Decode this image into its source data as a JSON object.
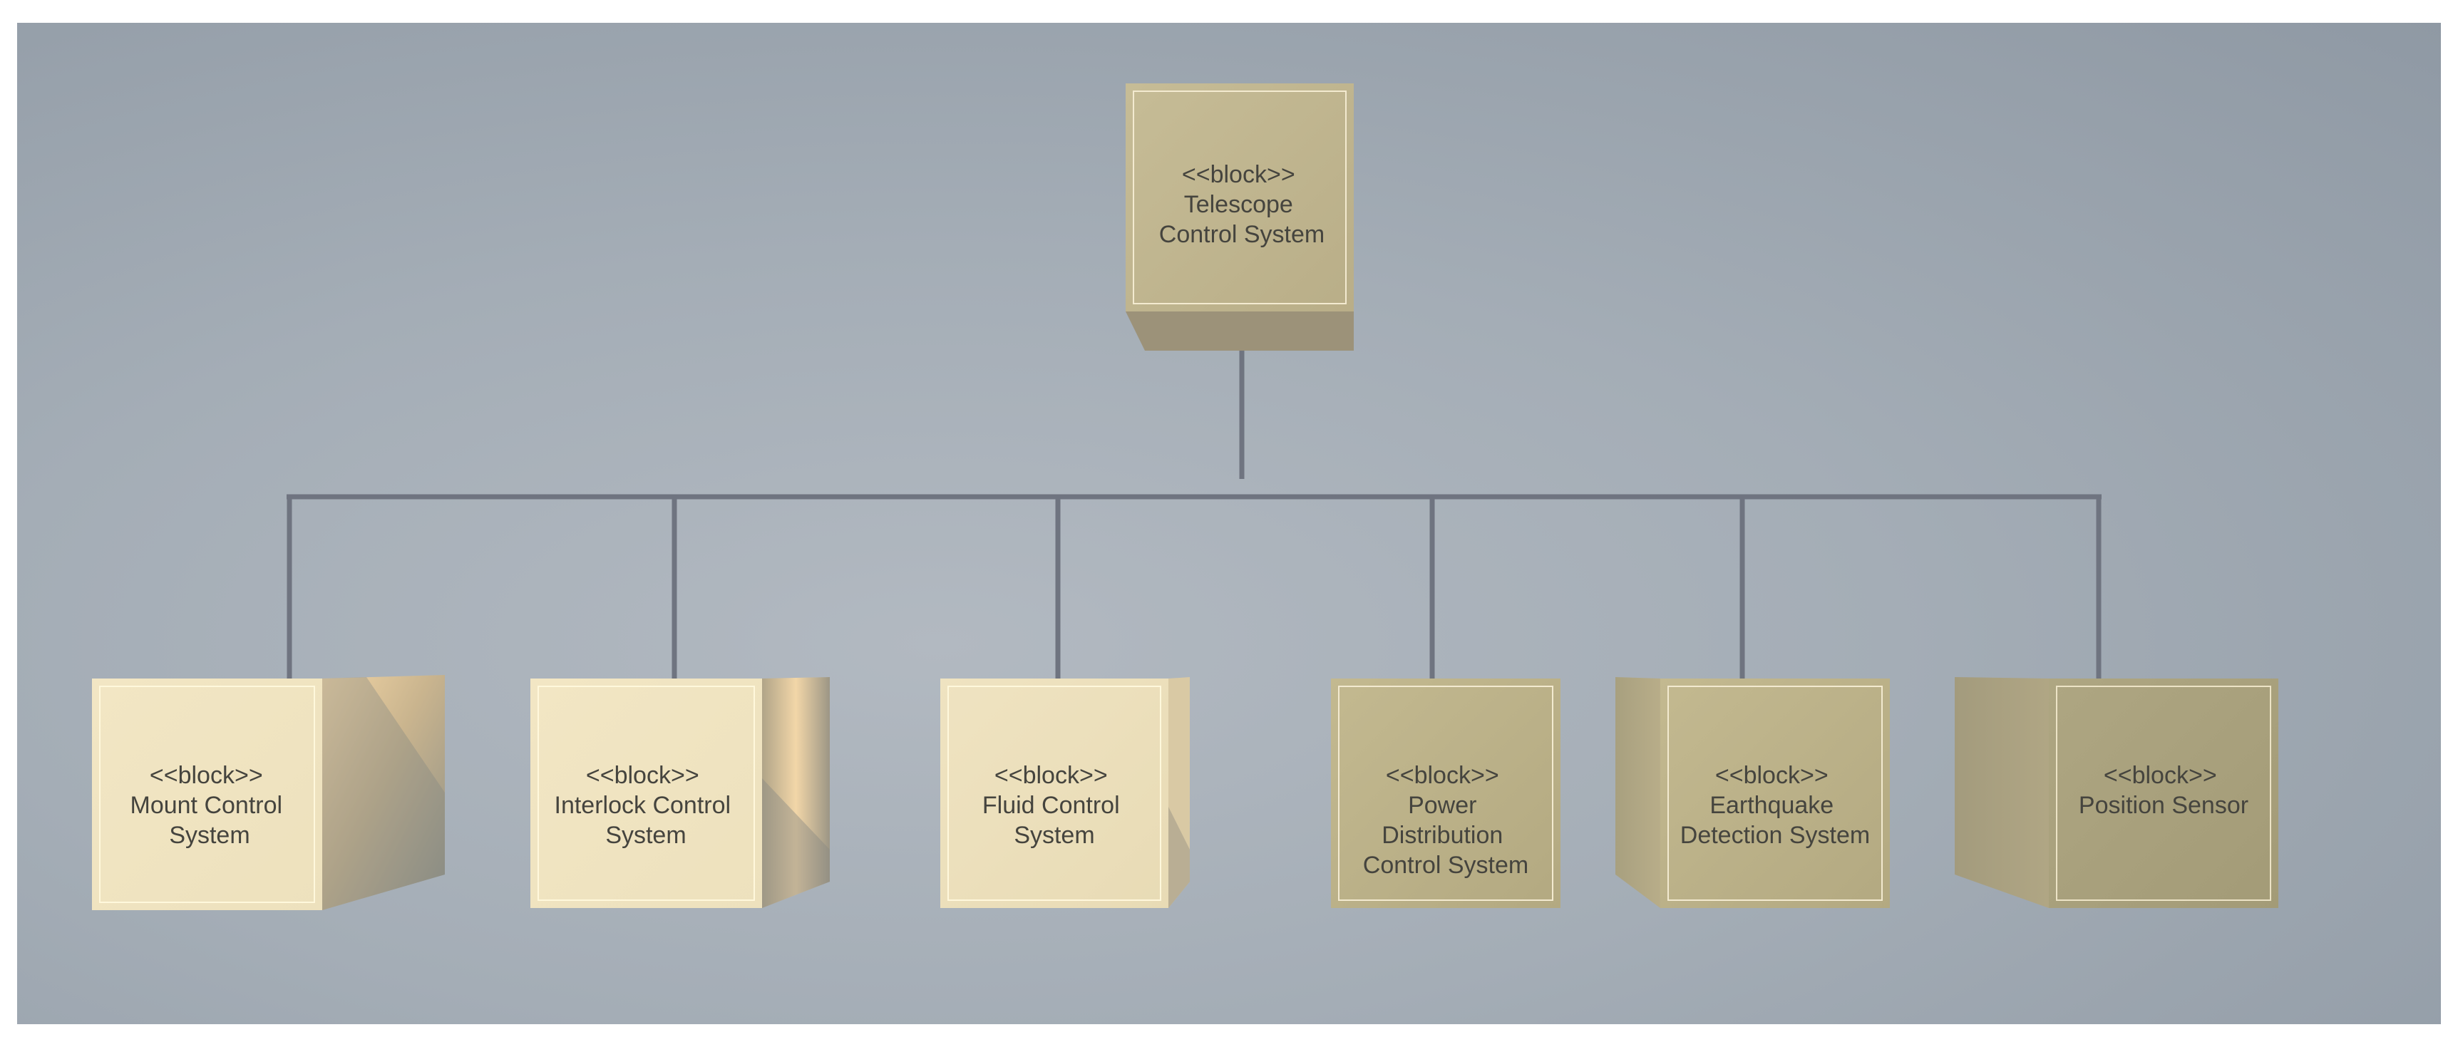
{
  "diagram": {
    "colors": {
      "background": "#a4adb6",
      "connector": "#6f7480",
      "block_text": "#45443e",
      "block_border": "#fff8dc"
    },
    "root": {
      "stereotype": "<<block>>",
      "lines": [
        "Telescope",
        "Control System"
      ]
    },
    "children": [
      {
        "stereotype": "<<block>>",
        "lines": [
          "Mount Control",
          "System"
        ]
      },
      {
        "stereotype": "<<block>>",
        "lines": [
          "Interlock Control",
          "System"
        ]
      },
      {
        "stereotype": "<<block>>",
        "lines": [
          "Fluid Control",
          "System"
        ]
      },
      {
        "stereotype": "<<block>>",
        "lines": [
          "Power",
          "Distribution",
          "Control System"
        ]
      },
      {
        "stereotype": "<<block>>",
        "lines": [
          "Earthquake",
          "Detection System"
        ]
      },
      {
        "stereotype": "<<block>>",
        "lines": [
          "Position Sensor"
        ]
      }
    ]
  }
}
